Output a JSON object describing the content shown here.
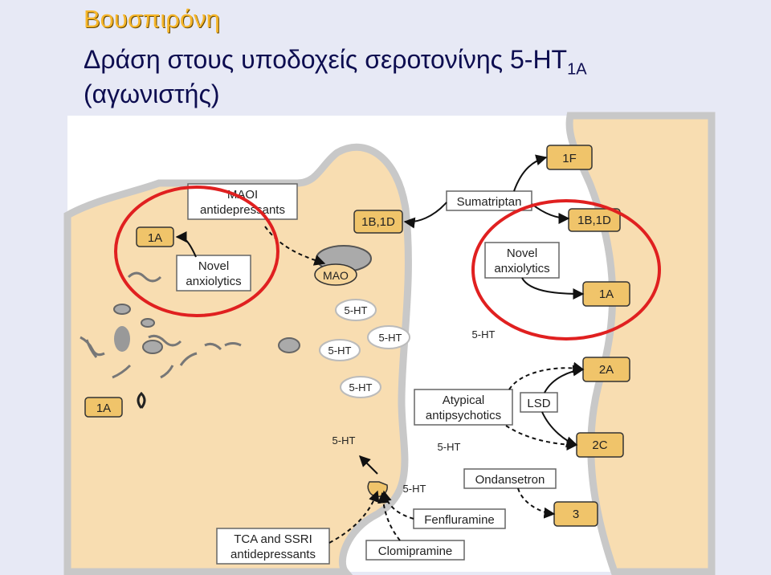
{
  "slide": {
    "title": "Βουσπιρόνη",
    "subtitle_main": "Δράση στους υποδοχείς σεροτονίνης 5-HT",
    "subtitle_subscript": "1A",
    "subtitle_line2": "(αγωνιστής)"
  },
  "diagram": {
    "colors": {
      "cell": "#f8ddb1",
      "membrane": "#c8c8c8",
      "receptor": "#f0c46a",
      "highlight_circle": "#e02020",
      "background": "#ffffff"
    },
    "receptors_pre": [
      "1A",
      "1A"
    ],
    "receptors_presyn_auto": "1B,1D",
    "receptors_post": [
      "1F",
      "1B,1D",
      "1A",
      "2A",
      "2C",
      "3"
    ],
    "drug_boxes": {
      "maoi_line1": "MAOI",
      "maoi_line2": "antidepressants",
      "novel_left_line1": "Novel",
      "novel_left_line2": "anxiolytics",
      "novel_right_line1": "Novel",
      "novel_right_line2": "anxiolytics",
      "sumatriptan": "Sumatriptan",
      "atypical_line1": "Atypical",
      "atypical_line2": "antipsychotics",
      "lsd": "LSD",
      "ondansetron": "Ondansetron",
      "fenfluramine": "Fenfluramine",
      "clomipramine": "Clomipramine",
      "tca_line1": "TCA and SSRI",
      "tca_line2": "antidepressants"
    },
    "mao_label": "MAO",
    "serotonin_label": "5-HT"
  }
}
